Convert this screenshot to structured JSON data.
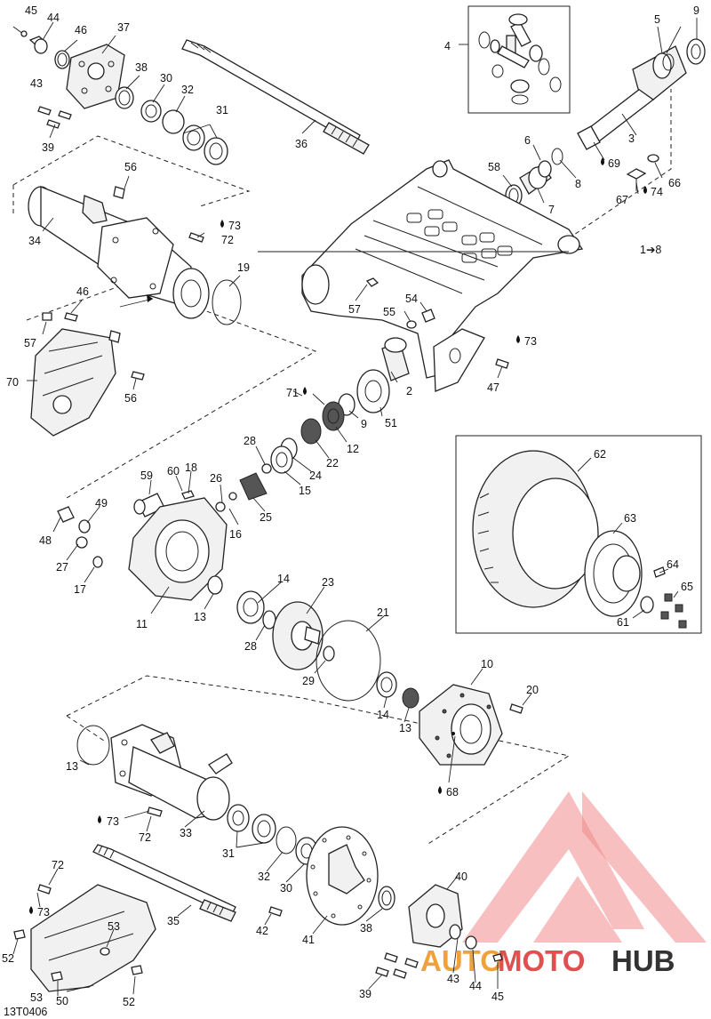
{
  "figure_code": "13T0406",
  "watermark": {
    "part1": "AUTO",
    "part2": "MOTO",
    "part3": "HUB",
    "colors": {
      "auto": "#f0a23a",
      "moto": "#e05050",
      "hub": "#333333",
      "mark": "#f08a8a"
    }
  },
  "callouts": {
    "n45a": "45",
    "n44a": "44",
    "n46a": "46",
    "n37": "37",
    "n43a": "43",
    "n38a": "38",
    "n30a": "30",
    "n32a": "32",
    "n31a": "31",
    "n39a": "39",
    "n36": "36",
    "n4": "4",
    "n5": "5",
    "n9": "9",
    "n3": "3",
    "n6": "6",
    "n69": "69",
    "n58": "58",
    "n8a": "8",
    "n7": "7",
    "n67": "67",
    "n74": "74",
    "n66": "66",
    "n1to8": "1➔8",
    "n56a": "56",
    "n73a": "73",
    "n72a": "72",
    "n19": "19",
    "n34": "34",
    "n54": "54",
    "n55": "55",
    "n57a": "57",
    "n46b": "46",
    "n57b": "57",
    "n73b": "73",
    "n47": "47",
    "n70": "70",
    "n56b": "56",
    "n71": "71",
    "n2": "2",
    "n9b": "9",
    "n51": "51",
    "n12": "12",
    "n22": "22",
    "n28a": "28",
    "n24": "24",
    "n15": "15",
    "n62": "62",
    "n63": "63",
    "n64": "64",
    "n65": "65",
    "n61": "61",
    "n59": "59",
    "n60": "60",
    "n18": "18",
    "n26": "26",
    "n25": "25",
    "n16": "16",
    "n49": "49",
    "n48": "48",
    "n27": "27",
    "n17": "17",
    "n14a": "14",
    "n23": "23",
    "n11": "11",
    "n13a": "13",
    "n28b": "28",
    "n21": "21",
    "n29": "29",
    "n10": "10",
    "n20": "20",
    "n14b": "14",
    "n13b": "13",
    "n68": "68",
    "n13c": "13",
    "n73c": "73",
    "n72b": "72",
    "n33": "33",
    "n31b": "31",
    "n32b": "32",
    "n30b": "30",
    "n72c": "72",
    "n73d": "73",
    "n35": "35",
    "n40": "40",
    "n42": "42",
    "n41": "41",
    "n38b": "38",
    "n52a": "52",
    "n53a": "53",
    "n53b": "53",
    "n50": "50",
    "n52b": "52",
    "n43b": "43",
    "n44b": "44",
    "n45b": "45",
    "n39b": "39"
  }
}
